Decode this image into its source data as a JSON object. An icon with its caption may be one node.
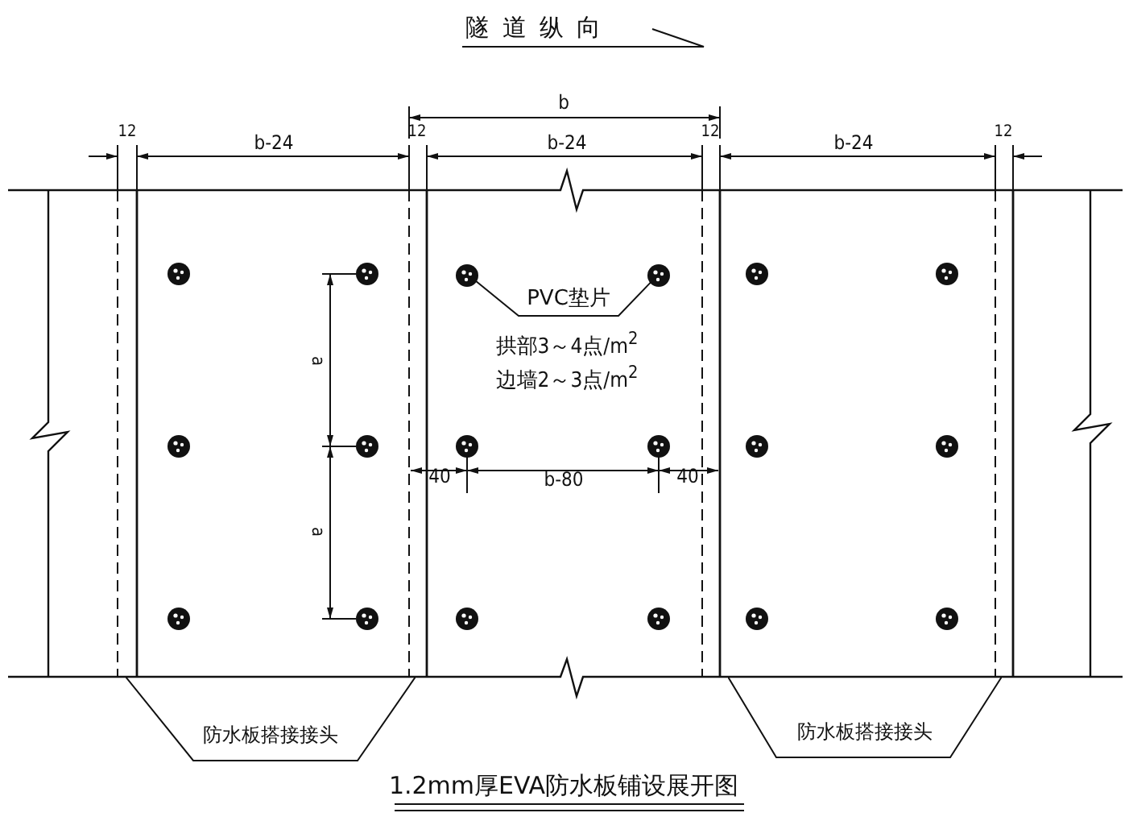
{
  "diagram": {
    "title": "1.2mm厚EVA防水板铺设展开图",
    "nodes": [
      {
        "text": [
          "PVC垫片"
        ]
      },
      {
        "text": [],
        "shape": "circle"
      },
      {
        "text": [],
        "shape": "circle"
      },
      {
        "text": [
          "防水板搭接接头"
        ]
      },
      {
        "text": [
          "防水板搭接接头"
        ]
      }
    ],
    "edges": [
      {
        "from": 0,
        "to": 1,
        "arrow": "none"
      },
      {
        "from": 0,
        "to": 2,
        "arrow": "none"
      }
    ],
    "labels": [
      "隧道纵向",
      "b",
      "12",
      "b-24",
      "12",
      "b-24",
      "12",
      "b-24",
      "12",
      "拱部3～4点/m$^{2}$",
      "边墙2～3点/m$^{2}$",
      "a",
      "40",
      "b-80",
      "40",
      "a"
    ]
  }
}
